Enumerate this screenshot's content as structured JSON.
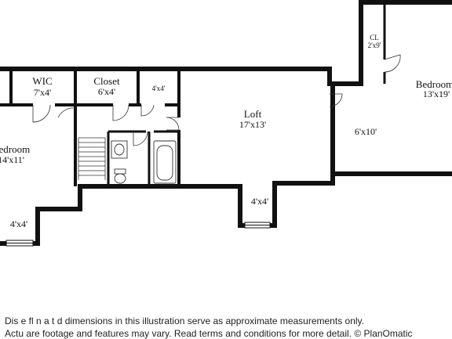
{
  "rooms": {
    "wic": {
      "name": "WIC",
      "dim": "7'x4'"
    },
    "closet": {
      "name": "Closet",
      "dim": "6'x4'"
    },
    "small_closet": {
      "dim": "4'x4'"
    },
    "loft": {
      "name": "Loft",
      "dim": "17'x13'"
    },
    "bedroom_left": {
      "name": "Bedroom",
      "dim": "14'x11'"
    },
    "bay_left": {
      "dim": "4'x4'"
    },
    "bay_center": {
      "dim": "4'x4'"
    },
    "hall": {
      "dim": "6'x10'"
    },
    "cl": {
      "name": "CL",
      "dim": "2'x9'"
    },
    "bedroom_right": {
      "name": "Bedroom",
      "dim": "13'x19'"
    }
  },
  "disclaimer": {
    "line1": "Dis         e fl     n  a     t   d dimensions in this illustration serve as approximate measurements only.",
    "line2": "Actu       are footage and features may vary. Read terms and conditions for more detail. © PlanOmatic"
  }
}
